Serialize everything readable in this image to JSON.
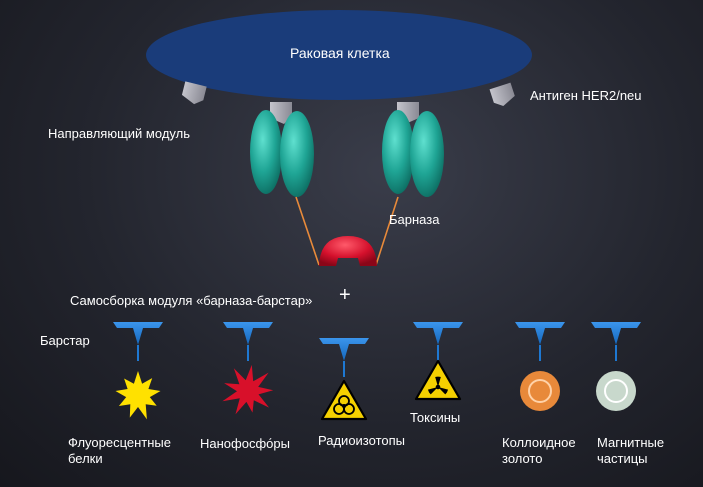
{
  "cell": {
    "label": "Раковая клетка",
    "color": "#1a3c7a"
  },
  "antigen": {
    "label": "Антиген HER2/neu",
    "color": "#a8a8b0"
  },
  "targeting_module": {
    "label": "Направляющий модуль",
    "color": "#1fa595"
  },
  "barnase": {
    "label": "Барназа",
    "color": "#d4102c"
  },
  "assembly": {
    "label": "Самосборка модуля «барназа-барстар»",
    "plus": "+"
  },
  "barstar": {
    "label": "Барстар",
    "color": "#1e78d2"
  },
  "payloads": [
    {
      "label": "Флуоресцентные\nбелки",
      "icon": "yellow-star-icon",
      "color": "#ffe100"
    },
    {
      "label": "Нанофосфо́ры",
      "icon": "red-star-icon",
      "color": "#d8102a"
    },
    {
      "label": "Радиоизотопы",
      "icon": "biohazard-icon",
      "color": "#f5d000"
    },
    {
      "label": "Токсины",
      "icon": "radiation-icon",
      "color": "#f5d000"
    },
    {
      "label": "Коллоидное\nзолото",
      "icon": "orange-circle-icon",
      "color": "#e8893a"
    },
    {
      "label": "Магнитные\nчастицы",
      "icon": "grey-circle-icon",
      "color": "#c8d8cc"
    }
  ]
}
